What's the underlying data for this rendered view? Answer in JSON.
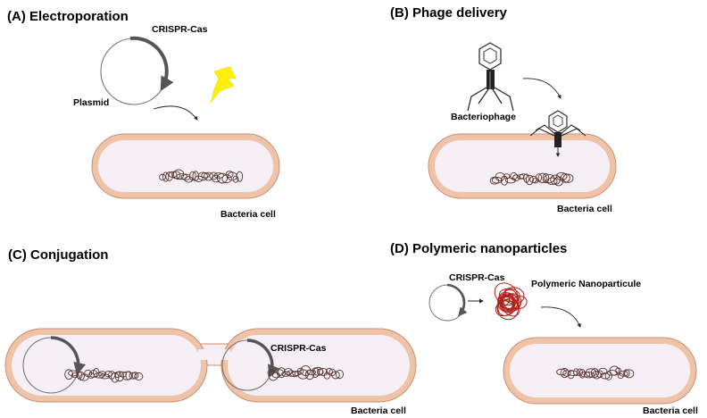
{
  "panels": {
    "a": {
      "heading": "(A) Electroporation",
      "plasmid_label": "Plasmid",
      "cargo_label": "CRISPR-Cas",
      "cell_label": "Bacteria cell"
    },
    "b": {
      "heading": "(B) Phage delivery",
      "phage_label": "Bacteriophage",
      "cell_label": "Bacteria cell"
    },
    "c": {
      "heading": "(C) Conjugation",
      "cargo_label": "CRISPR-Cas",
      "cell_label": "Bacteria cell"
    },
    "d": {
      "heading": "(D) Polymeric nanoparticles",
      "cargo_label": "CRISPR-Cas",
      "particle_label": "Polymeric Nanoparticule",
      "cell_label": "Bacteria cell"
    }
  },
  "colors": {
    "membrane": "#eec3a8",
    "membrane_edge": "#c98f70",
    "cytoplasm": "#f6eff6",
    "dna": "#5a3a34",
    "nanoparticle": "#b3201c",
    "lightning": "#fff200",
    "plasmid_arc": "#555555"
  }
}
